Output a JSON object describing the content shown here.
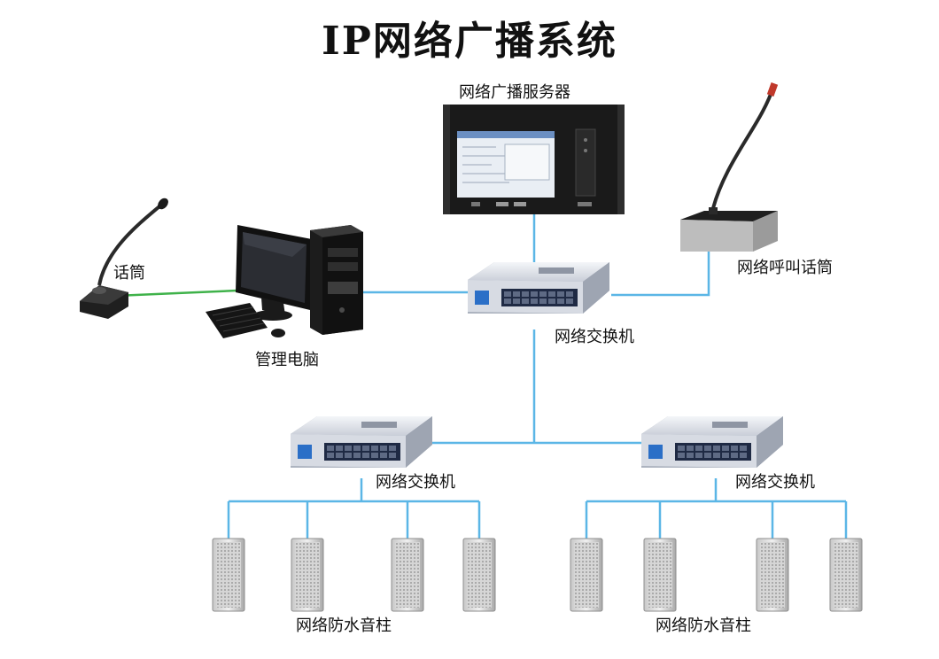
{
  "title": "IP网络广播系统",
  "nodes": {
    "server": "网络广播服务器",
    "call_mic": "网络呼叫话筒",
    "mic": "话筒",
    "pc": "管理电脑",
    "switch_main": "网络交换机",
    "switch_left": "网络交换机",
    "switch_right": "网络交换机",
    "speakers_left": "网络防水音柱",
    "speakers_right": "网络防水音柱"
  },
  "colors": {
    "link": "#5bb6e6",
    "analog_link": "#3fb24a",
    "switch_body": "#dfe3ea",
    "server_body": "#1a1a1a",
    "screen": "#e9eef4"
  }
}
